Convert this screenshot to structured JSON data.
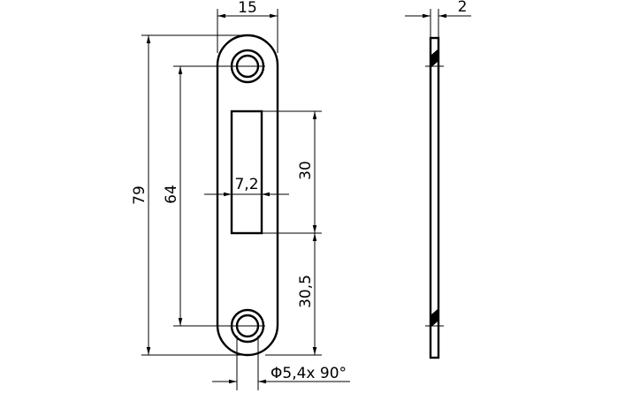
{
  "drawing": {
    "dimensions": {
      "width": "15",
      "thickness": "2",
      "overall_length": "79",
      "hole_spacing": "64",
      "slot_length": "30",
      "slot_width": "7,2",
      "slot_offset": "30,5",
      "hole_spec": "Φ5,4x 90°"
    }
  }
}
